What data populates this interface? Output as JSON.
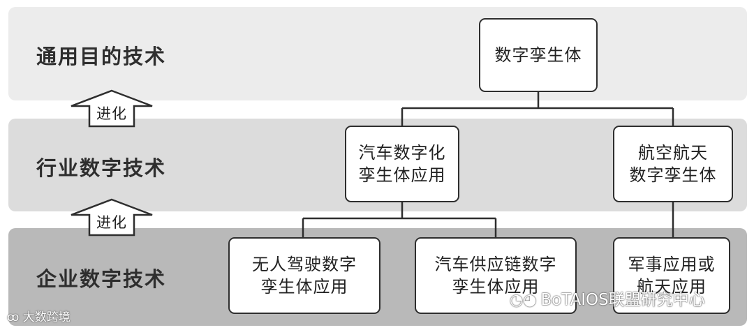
{
  "levels": {
    "top": "通用目的技术",
    "middle": "行业数字技术",
    "bottom": "企业数字技术"
  },
  "evolution_label": "进化",
  "boxes": {
    "root": "数字孪生体",
    "auto_l1": "汽车数字化",
    "auto_l2": "孪生体应用",
    "aero_l1": "航空航天",
    "aero_l2": "数字孪生体",
    "drive_l1": "无人驾驶数字",
    "drive_l2": "孪生体应用",
    "supply_l1": "汽车供应链数字",
    "supply_l2": "孪生体应用",
    "mil_l1": "军事应用或",
    "mil_l2": "航天应用"
  },
  "watermarks": {
    "left": "大数跨境",
    "right": "BoTAIOS联盟研究中心"
  },
  "colors": {
    "band_top": "#ececec",
    "band_middle": "#dcdcdc",
    "band_bottom": "#b9b9b9",
    "line": "#2e2e2e"
  }
}
